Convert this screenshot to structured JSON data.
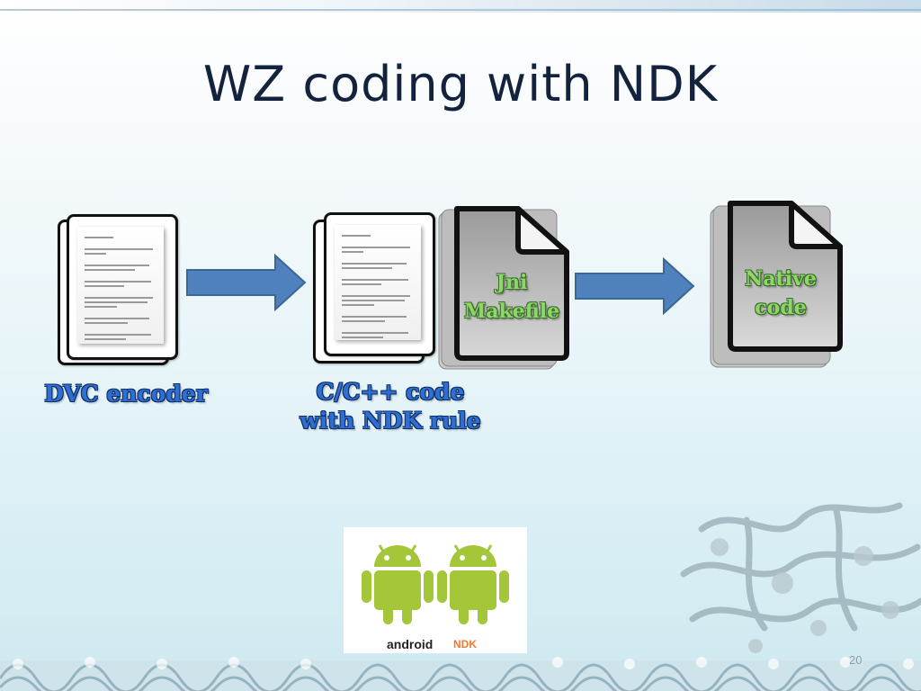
{
  "slide": {
    "title": "WZ coding with NDK",
    "page_number": "20"
  },
  "diagram": {
    "step1_caption": "DVC encoder",
    "step2_caption_line1": "C/C++ code",
    "step2_caption_line2": "with NDK rule",
    "jni_label_line1": "Jni",
    "jni_label_line2": "Makefile",
    "native_label_line1": "Native",
    "native_label_line2": "code"
  },
  "logo": {
    "word": "android",
    "suffix": "NDK"
  },
  "colors": {
    "title": "#14233d",
    "caption": "#2f6fd3",
    "arrow": "#4f81bd",
    "android_green": "#a4c639",
    "label_green": "#8fd66a"
  }
}
